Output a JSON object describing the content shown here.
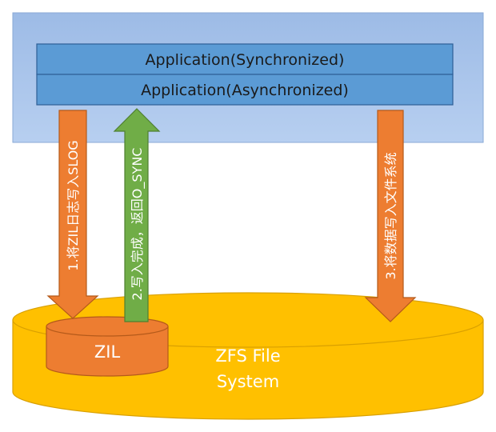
{
  "diagram": {
    "app_layers": {
      "sync_label": "Application(Synchronized)",
      "async_label": "Application(Asynchronized)"
    },
    "arrows": {
      "write_slog": "1.将ZIL日志写入SLOG",
      "return_sync": "2.写入完成，返回O_SYNC",
      "write_fs": "3.将数据写入文件系统"
    },
    "storage": {
      "zil_label": "ZIL",
      "zfs_line1": "ZFS File",
      "zfs_line2": "System"
    }
  },
  "colors": {
    "app_region": "#a9c4ea",
    "app_bar": "#5b9bd5",
    "arrow_orange": "#ed7d31",
    "arrow_green": "#70ad47",
    "zfs_disk": "#ffc000",
    "zil_disk": "#ed7d31"
  }
}
